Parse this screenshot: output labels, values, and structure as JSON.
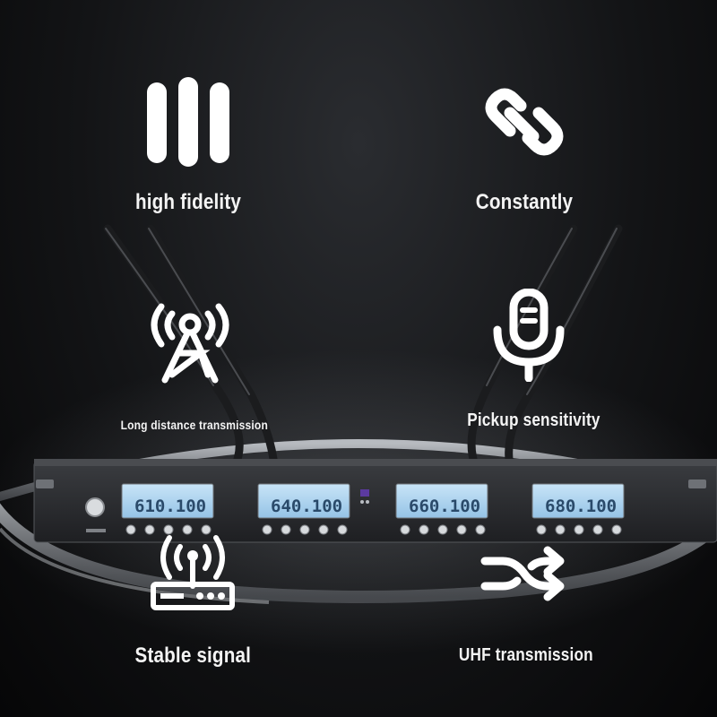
{
  "features": [
    {
      "id": "high-fidelity",
      "label": "high fidelity",
      "icon": "sound-bars-icon"
    },
    {
      "id": "constantly",
      "label": "Constantly",
      "icon": "chain-link-icon"
    },
    {
      "id": "long-distance",
      "label": "Long distance transmission",
      "icon": "signal-tower-icon"
    },
    {
      "id": "pickup",
      "label": "Pickup sensitivity",
      "icon": "microphone-icon"
    },
    {
      "id": "stable-signal",
      "label": "Stable signal",
      "icon": "wireless-router-icon"
    },
    {
      "id": "uhf",
      "label": "UHF transmission",
      "icon": "shuffle-arrows-icon"
    }
  ],
  "receiver": {
    "channels": [
      {
        "display": "610.100"
      },
      {
        "display": "640.100"
      },
      {
        "display": "660.100"
      },
      {
        "display": "680.100"
      }
    ],
    "lcd_color": "#a9d2f0",
    "panel_color": "#2b2d30"
  },
  "colors": {
    "icon": "#ffffff",
    "text": "#f4f4f4",
    "background": "#131416"
  }
}
